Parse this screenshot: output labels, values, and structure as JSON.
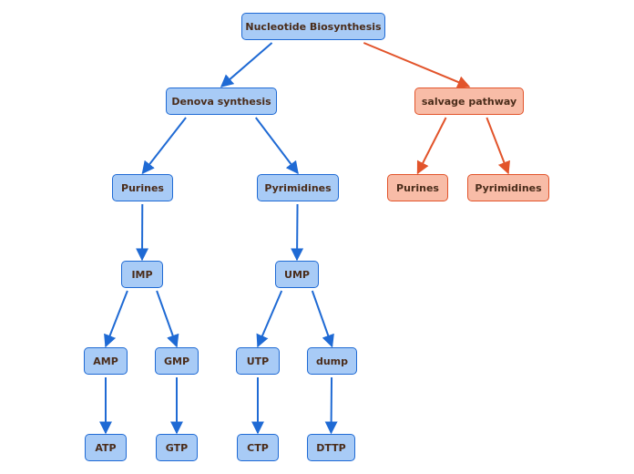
{
  "diagram": {
    "nodes": {
      "root": {
        "label": "Nucleotide Biosynthesis",
        "color": "#a8cbf6"
      },
      "denova": {
        "label": "Denova synthesis",
        "color": "#a8cbf6"
      },
      "salvage": {
        "label": "salvage pathway",
        "color": "#f8bca7"
      },
      "purines_denova": {
        "label": "Purines",
        "color": "#a8cbf6"
      },
      "pyrimidines_denova": {
        "label": "Pyrimidines",
        "color": "#a8cbf6"
      },
      "purines_salvage": {
        "label": "Purines",
        "color": "#f8bca7"
      },
      "pyrimidines_salvage": {
        "label": "Pyrimidines",
        "color": "#f8bca7"
      },
      "imp": {
        "label": "IMP",
        "color": "#a8cbf6"
      },
      "ump": {
        "label": "UMP",
        "color": "#a8cbf6"
      },
      "amp": {
        "label": "AMP",
        "color": "#a8cbf6"
      },
      "gmp": {
        "label": "GMP",
        "color": "#a8cbf6"
      },
      "utp": {
        "label": "UTP",
        "color": "#a8cbf6"
      },
      "dump": {
        "label": "dump",
        "color": "#a8cbf6"
      },
      "atp": {
        "label": "ATP",
        "color": "#a8cbf6"
      },
      "gtp": {
        "label": "GTP",
        "color": "#a8cbf6"
      },
      "ctp": {
        "label": "CTP",
        "color": "#a8cbf6"
      },
      "dttp": {
        "label": "DTTP",
        "color": "#a8cbf6"
      }
    },
    "edges": [
      {
        "from": "root",
        "to": "denova",
        "color": "#1f6ad4"
      },
      {
        "from": "root",
        "to": "salvage",
        "color": "#e2542b"
      },
      {
        "from": "denova",
        "to": "purines_denova",
        "color": "#1f6ad4"
      },
      {
        "from": "denova",
        "to": "pyrimidines_denova",
        "color": "#1f6ad4"
      },
      {
        "from": "salvage",
        "to": "purines_salvage",
        "color": "#e2542b"
      },
      {
        "from": "salvage",
        "to": "pyrimidines_salvage",
        "color": "#e2542b"
      },
      {
        "from": "purines_denova",
        "to": "imp",
        "color": "#1f6ad4"
      },
      {
        "from": "pyrimidines_denova",
        "to": "ump",
        "color": "#1f6ad4"
      },
      {
        "from": "imp",
        "to": "amp",
        "color": "#1f6ad4"
      },
      {
        "from": "imp",
        "to": "gmp",
        "color": "#1f6ad4"
      },
      {
        "from": "ump",
        "to": "utp",
        "color": "#1f6ad4"
      },
      {
        "from": "ump",
        "to": "dump",
        "color": "#1f6ad4"
      },
      {
        "from": "amp",
        "to": "atp",
        "color": "#1f6ad4"
      },
      {
        "from": "gmp",
        "to": "gtp",
        "color": "#1f6ad4"
      },
      {
        "from": "utp",
        "to": "ctp",
        "color": "#1f6ad4"
      },
      {
        "from": "dump",
        "to": "dttp",
        "color": "#1f6ad4"
      }
    ]
  }
}
